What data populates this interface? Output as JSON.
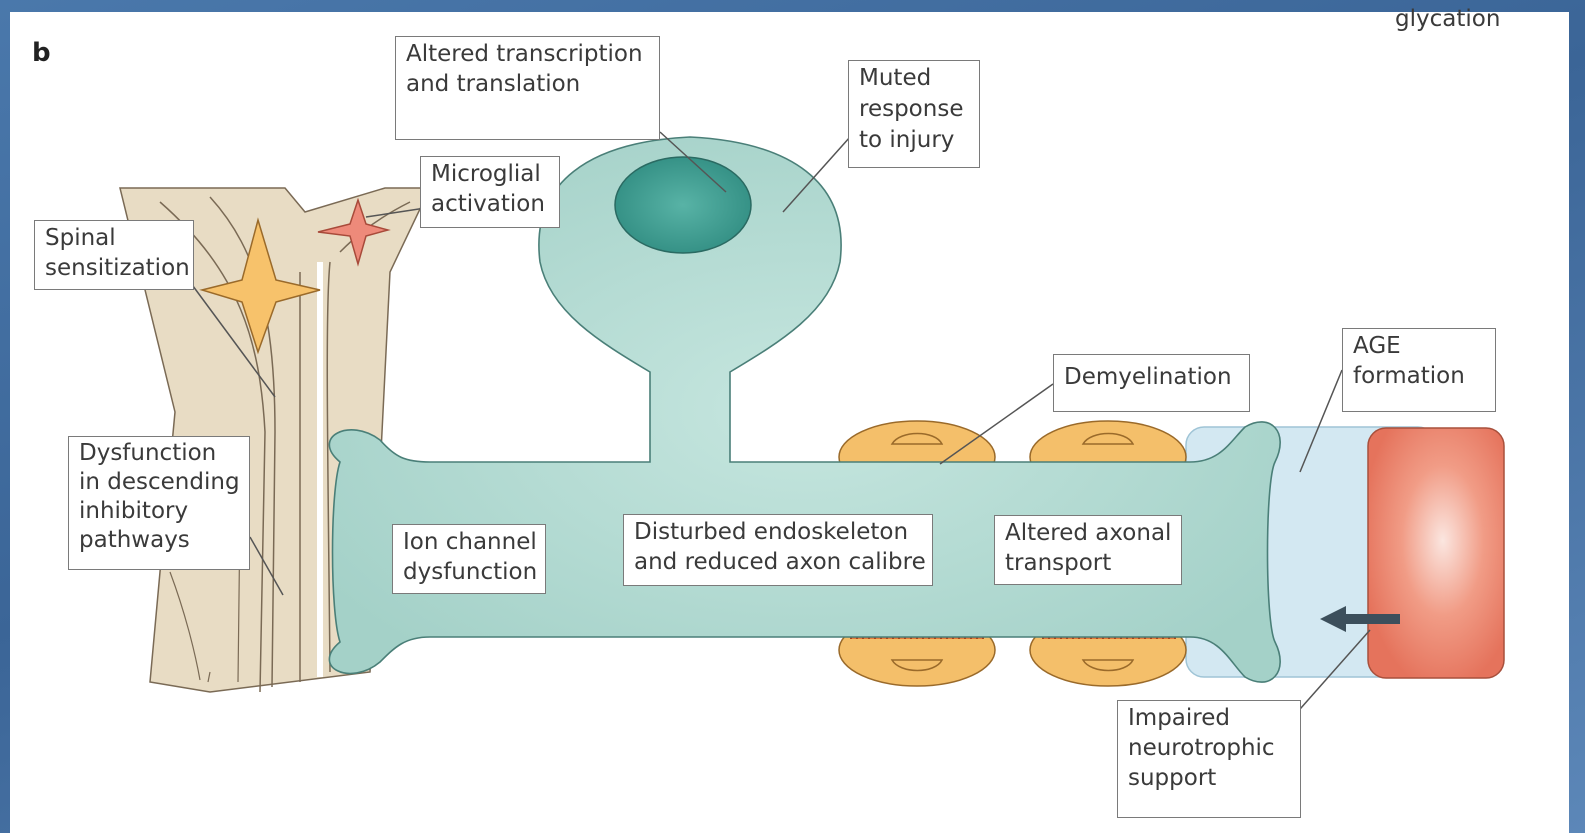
{
  "panel_letter": "b",
  "top_cut_text": "glycation",
  "labels": {
    "transcription": [
      "Altered transcription",
      "and translation"
    ],
    "muted": [
      "Muted",
      "response",
      "to injury"
    ],
    "microglial": [
      "Microglial",
      "activation"
    ],
    "spinal": [
      "Spinal",
      "sensitization"
    ],
    "dysfunction": [
      "Dysfunction",
      "in descending",
      "inhibitory",
      "pathways"
    ],
    "ion": [
      "Ion channel",
      "dysfunction"
    ],
    "endoskeleton": [
      "Disturbed endoskeleton",
      "and reduced axon calibre"
    ],
    "axonal": [
      "Altered axonal",
      "transport"
    ],
    "demyelination": [
      "Demyelination"
    ],
    "age": [
      "AGE",
      "formation"
    ],
    "neurotrophic": [
      "Impaired",
      "neurotrophic",
      "support"
    ]
  },
  "colors": {
    "neuron_fill": "#b7ddd6",
    "nucleus_fill": "#3e9e92",
    "spinal_fill": "#e8dcc4",
    "myelin_fill": "#f4bf6a",
    "age_box_fill": "#d3e8f2",
    "target_cell_fill": "#ef8f7a",
    "arrow": "#3c4f5c"
  }
}
